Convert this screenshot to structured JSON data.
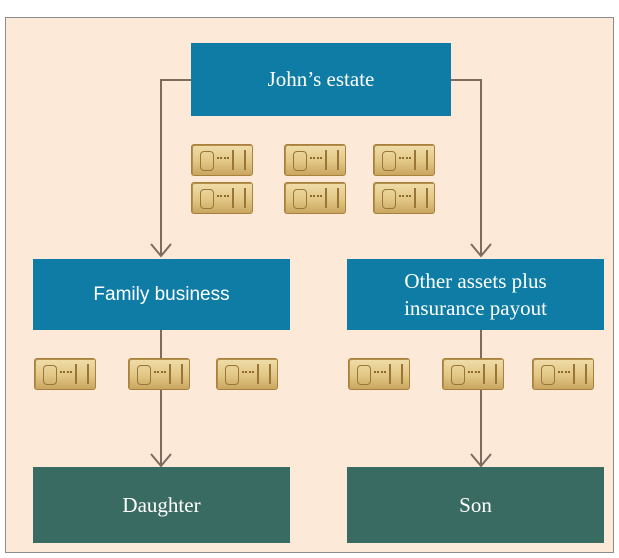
{
  "diagram": {
    "estate_label": "John’s estate",
    "branch_left_label": "Family business",
    "branch_right_label": "Other assets plus insurance payout",
    "heir_left_label": "Daughter",
    "heir_right_label": "Son",
    "colors": {
      "background": "#fde9d7",
      "blue_box": "#0e7ca4",
      "green_box": "#3a6b62",
      "connector": "#7f6a5e"
    },
    "icons": [
      "money-bundle-icon"
    ]
  }
}
